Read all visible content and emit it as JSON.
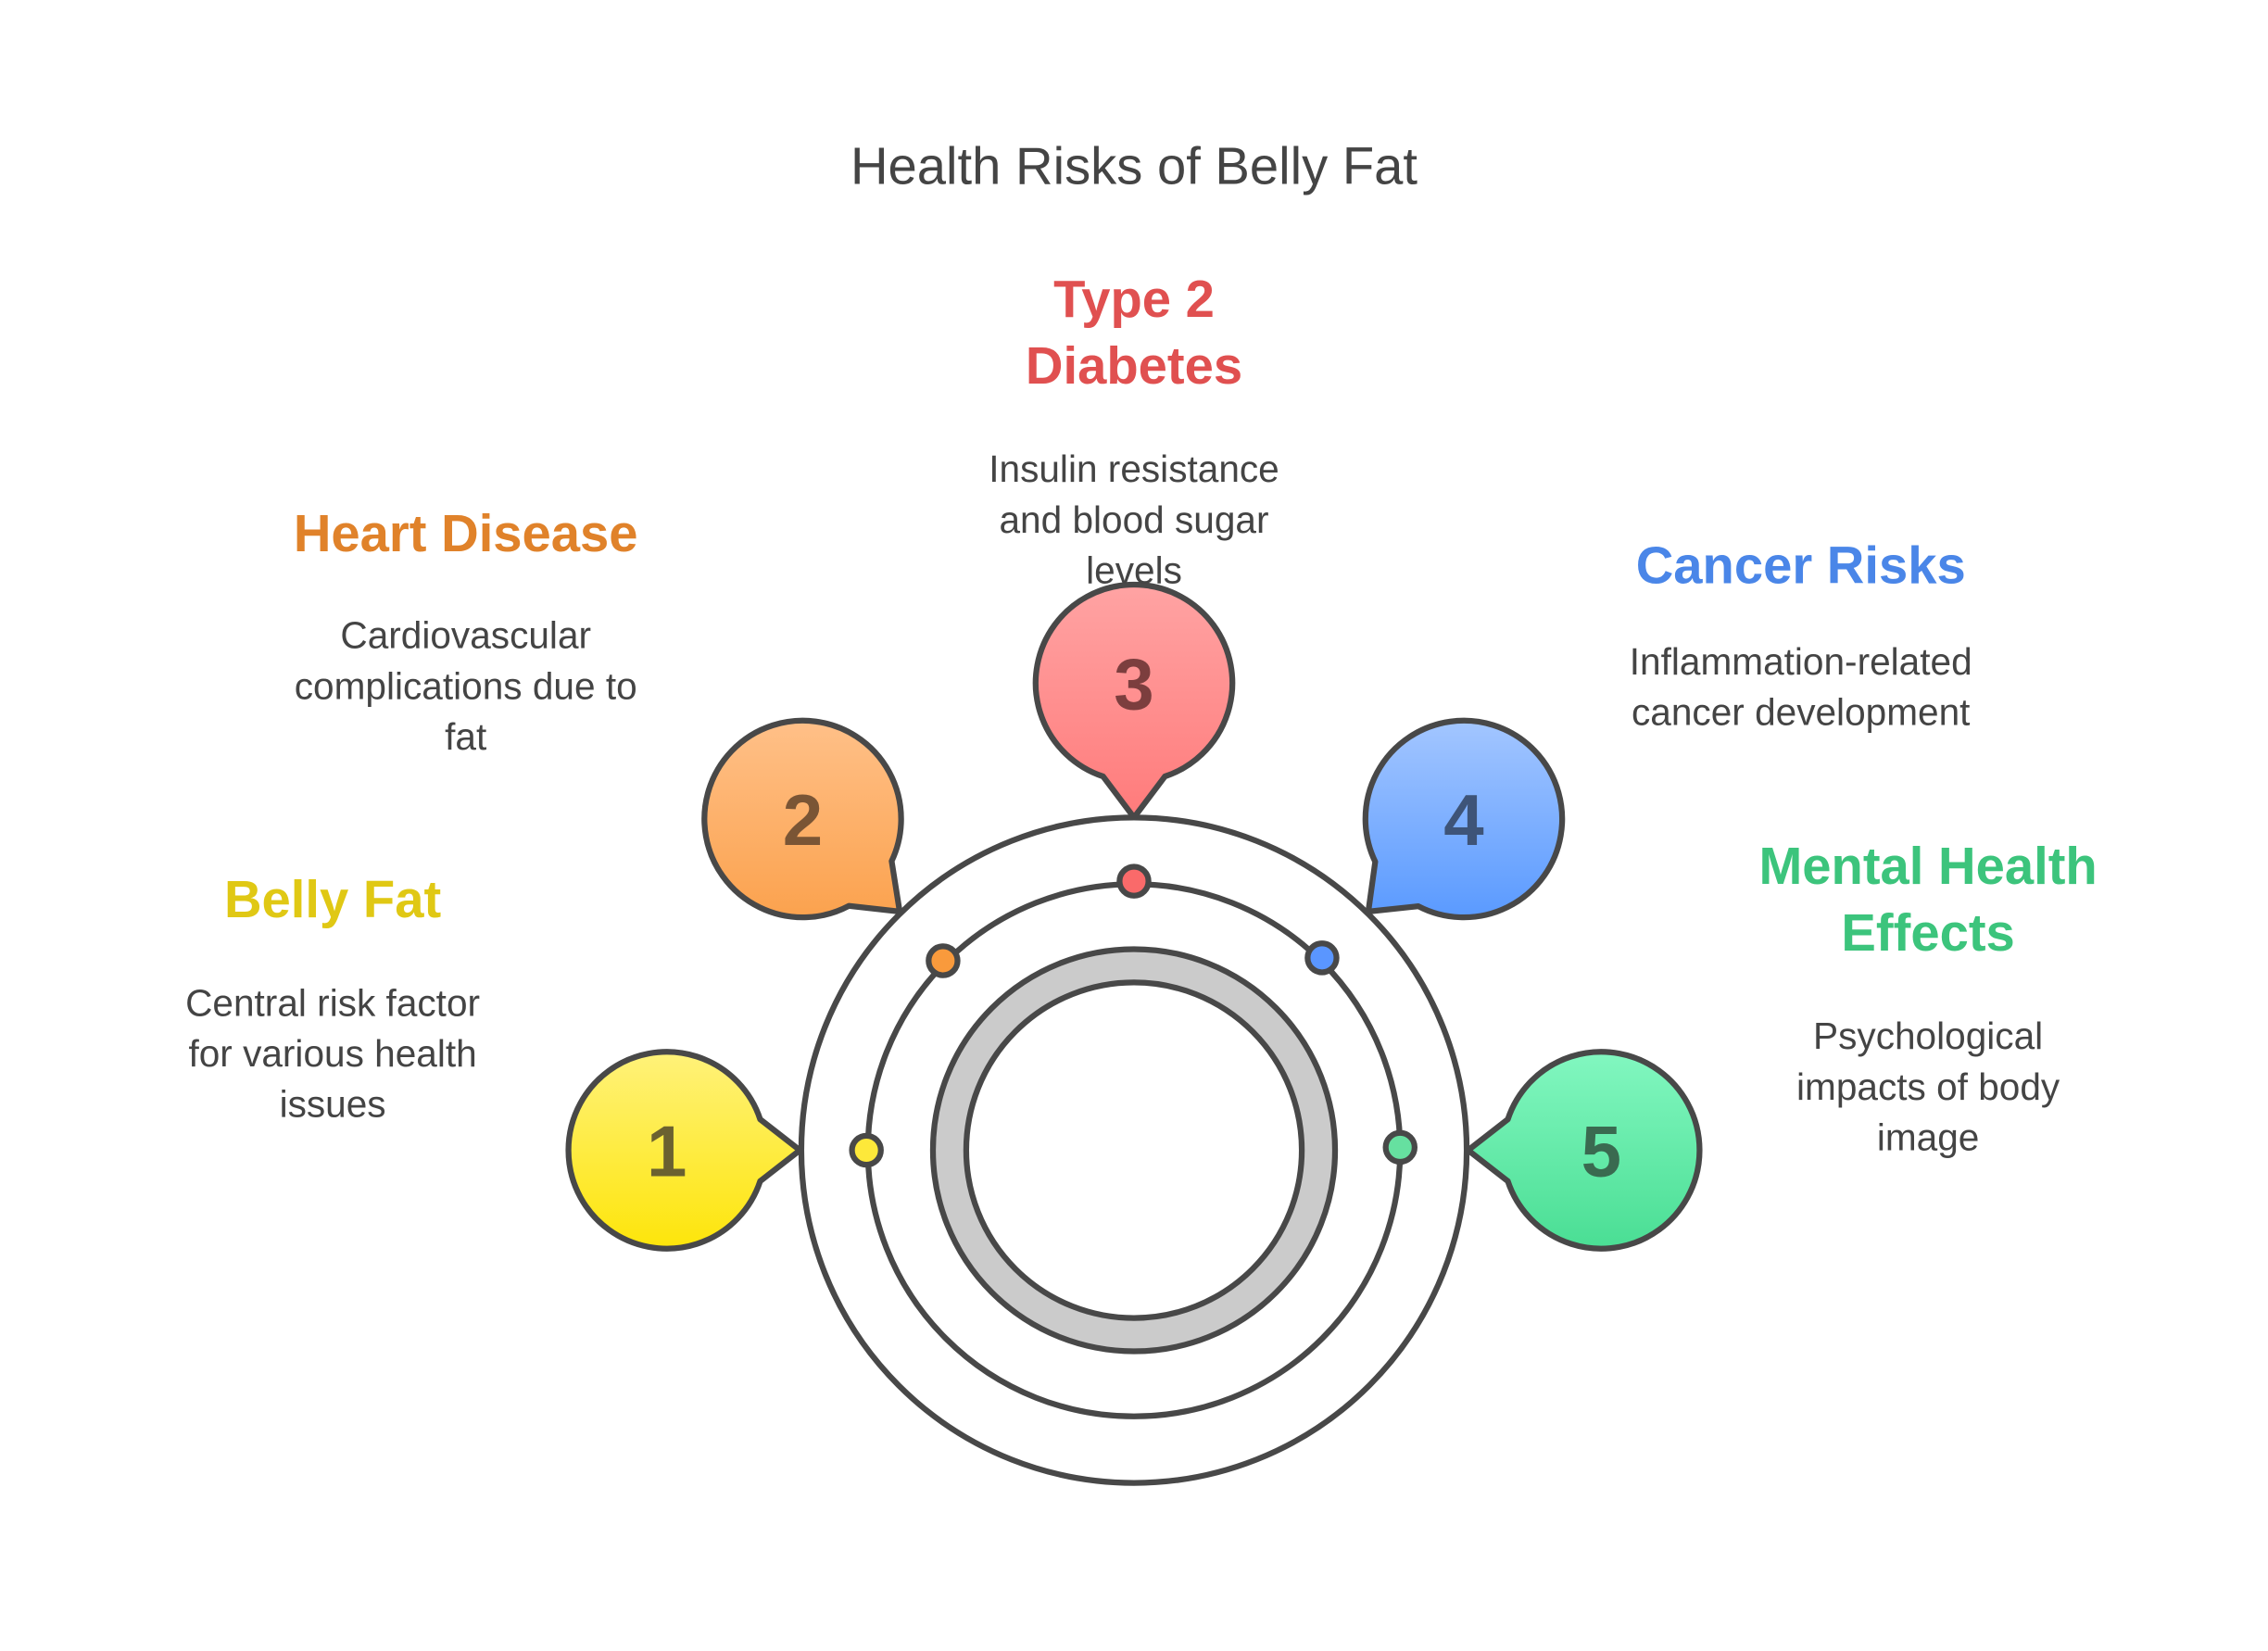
{
  "title": "Health Risks of Belly Fat",
  "items": [
    {
      "number": "1",
      "heading": [
        "Belly Fat"
      ],
      "description": [
        "Central risk factor",
        "for various health",
        "issues"
      ],
      "color": "#e0c814",
      "fill_top": "#fff27a",
      "fill_bottom": "#fde50a",
      "dot": "#fde83a",
      "number_color": "#6b6130"
    },
    {
      "number": "2",
      "heading": [
        "Heart Disease"
      ],
      "description": [
        "Cardiovascular",
        "complications due to",
        "fat"
      ],
      "color": "#e0822a",
      "fill_top": "#ffc088",
      "fill_bottom": "#fba24e",
      "dot": "#f99a3c",
      "number_color": "#7a5535"
    },
    {
      "number": "3",
      "heading": [
        "Type 2",
        "Diabetes"
      ],
      "description": [
        "Insulin resistance",
        "and blood sugar",
        "levels"
      ],
      "color": "#e05050",
      "fill_top": "#ffa3a3",
      "fill_bottom": "#ff7b7b",
      "dot": "#fa6a6a",
      "number_color": "#7c3e3e"
    },
    {
      "number": "4",
      "heading": [
        "Cancer Risks"
      ],
      "description": [
        "Inflammation-related",
        "cancer development"
      ],
      "color": "#4a86e8",
      "fill_top": "#a3c6ff",
      "fill_bottom": "#5a9aff",
      "dot": "#5a96ff",
      "number_color": "#3e5478"
    },
    {
      "number": "5",
      "heading": [
        "Mental Health",
        "Effects"
      ],
      "description": [
        "Psychological",
        "impacts of body",
        "image"
      ],
      "color": "#3cc47c",
      "fill_top": "#82f7c0",
      "fill_bottom": "#4ade94",
      "dot": "#66e0a0",
      "number_color": "#3a6a50"
    }
  ]
}
